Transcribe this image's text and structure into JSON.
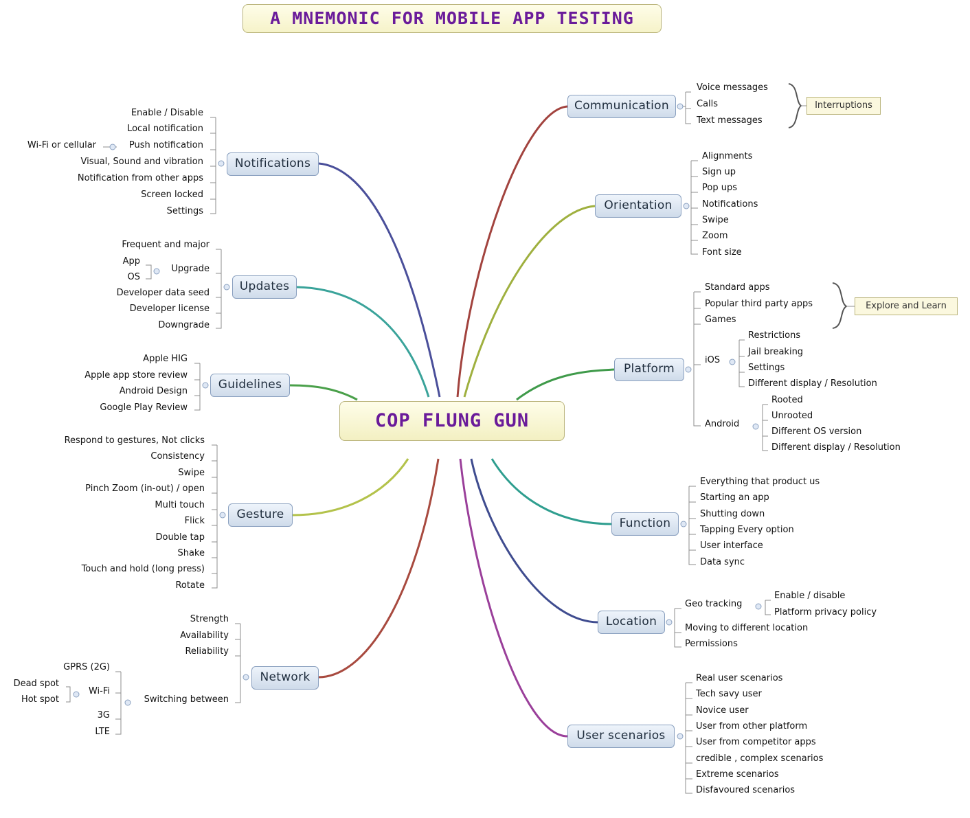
{
  "title": "A MNEMONIC FOR MOBILE APP TESTING",
  "center": "COP FLUNG GUN",
  "colors": {
    "communication": "#a2433e",
    "orientation": "#9fb03f",
    "platform": "#3f9a4a",
    "function": "#2f9e8f",
    "location": "#3f4c8f",
    "user_scenarios": "#9a3f9a",
    "notifications": "#4a4f9a",
    "updates": "#3aa39a",
    "guidelines": "#4aa04a",
    "gesture": "#b3c24a",
    "network": "#a84a3f"
  },
  "branches": {
    "communication": {
      "label": "Communication",
      "items": [
        "Voice messages",
        "Calls",
        "Text messages"
      ],
      "tag": "Interruptions"
    },
    "orientation": {
      "label": "Orientation",
      "items": [
        "Alignments",
        "Sign up",
        "Pop ups",
        "Notifications",
        "Swipe",
        "Zoom",
        "Font size"
      ]
    },
    "platform": {
      "label": "Platform",
      "items": [
        "Standard apps",
        "Popular third party apps",
        "Games"
      ],
      "tag": "Explore and Learn",
      "ios": {
        "label": "iOS",
        "items": [
          "Restrictions",
          "Jail breaking",
          "Settings",
          "Different display / Resolution"
        ]
      },
      "android": {
        "label": "Android",
        "items": [
          "Rooted",
          "Unrooted",
          "Different OS version",
          "Different display / Resolution"
        ]
      }
    },
    "function": {
      "label": "Function",
      "items": [
        "Everything that product us",
        "Starting an app",
        "Shutting down",
        "Tapping Every option",
        "User interface",
        "Data sync"
      ]
    },
    "location": {
      "label": "Location",
      "geo": {
        "label": "Geo tracking",
        "items": [
          "Enable / disable",
          "Platform privacy policy"
        ]
      },
      "items": [
        "Moving to different location",
        "Permissions"
      ]
    },
    "user_scenarios": {
      "label": "User scenarios",
      "items": [
        "Real user scenarios",
        "Tech savy user",
        "Novice user",
        "User from other platform",
        "User from competitor apps",
        "credible , complex scenarios",
        "Extreme scenarios",
        "Disfavoured scenarios"
      ]
    },
    "notifications": {
      "label": "Notifications",
      "items": [
        "Enable / Disable",
        "Local notification",
        "Push notification",
        "Visual,  Sound and vibration",
        "Notification  from other apps",
        "Screen locked",
        "Settings"
      ],
      "push_sub": "Wi-Fi or cellular"
    },
    "updates": {
      "label": "Updates",
      "items": [
        "Frequent and major",
        "Upgrade",
        "Developer data seed",
        "Developer license",
        "Downgrade"
      ],
      "upgrade_sub": [
        "App",
        "OS"
      ]
    },
    "guidelines": {
      "label": "Guidelines",
      "items": [
        "Apple HIG",
        "Apple app store review",
        "Android Design",
        "Google Play Review"
      ]
    },
    "gesture": {
      "label": "Gesture",
      "items": [
        "Respond to gestures, Not clicks",
        "Consistency",
        "Swipe",
        "Pinch Zoom (in-out) / open",
        "Multi touch",
        "Flick",
        "Double tap",
        "Shake",
        "Touch and hold (long press)",
        "Rotate"
      ]
    },
    "network": {
      "label": "Network",
      "items": [
        "Strength",
        "Availability",
        "Reliability",
        "Switching between"
      ],
      "switching": [
        "GPRS (2G)",
        "Wi-Fi",
        "3G",
        "LTE"
      ],
      "wifi_sub": [
        "Dead spot",
        "Hot spot"
      ]
    }
  }
}
